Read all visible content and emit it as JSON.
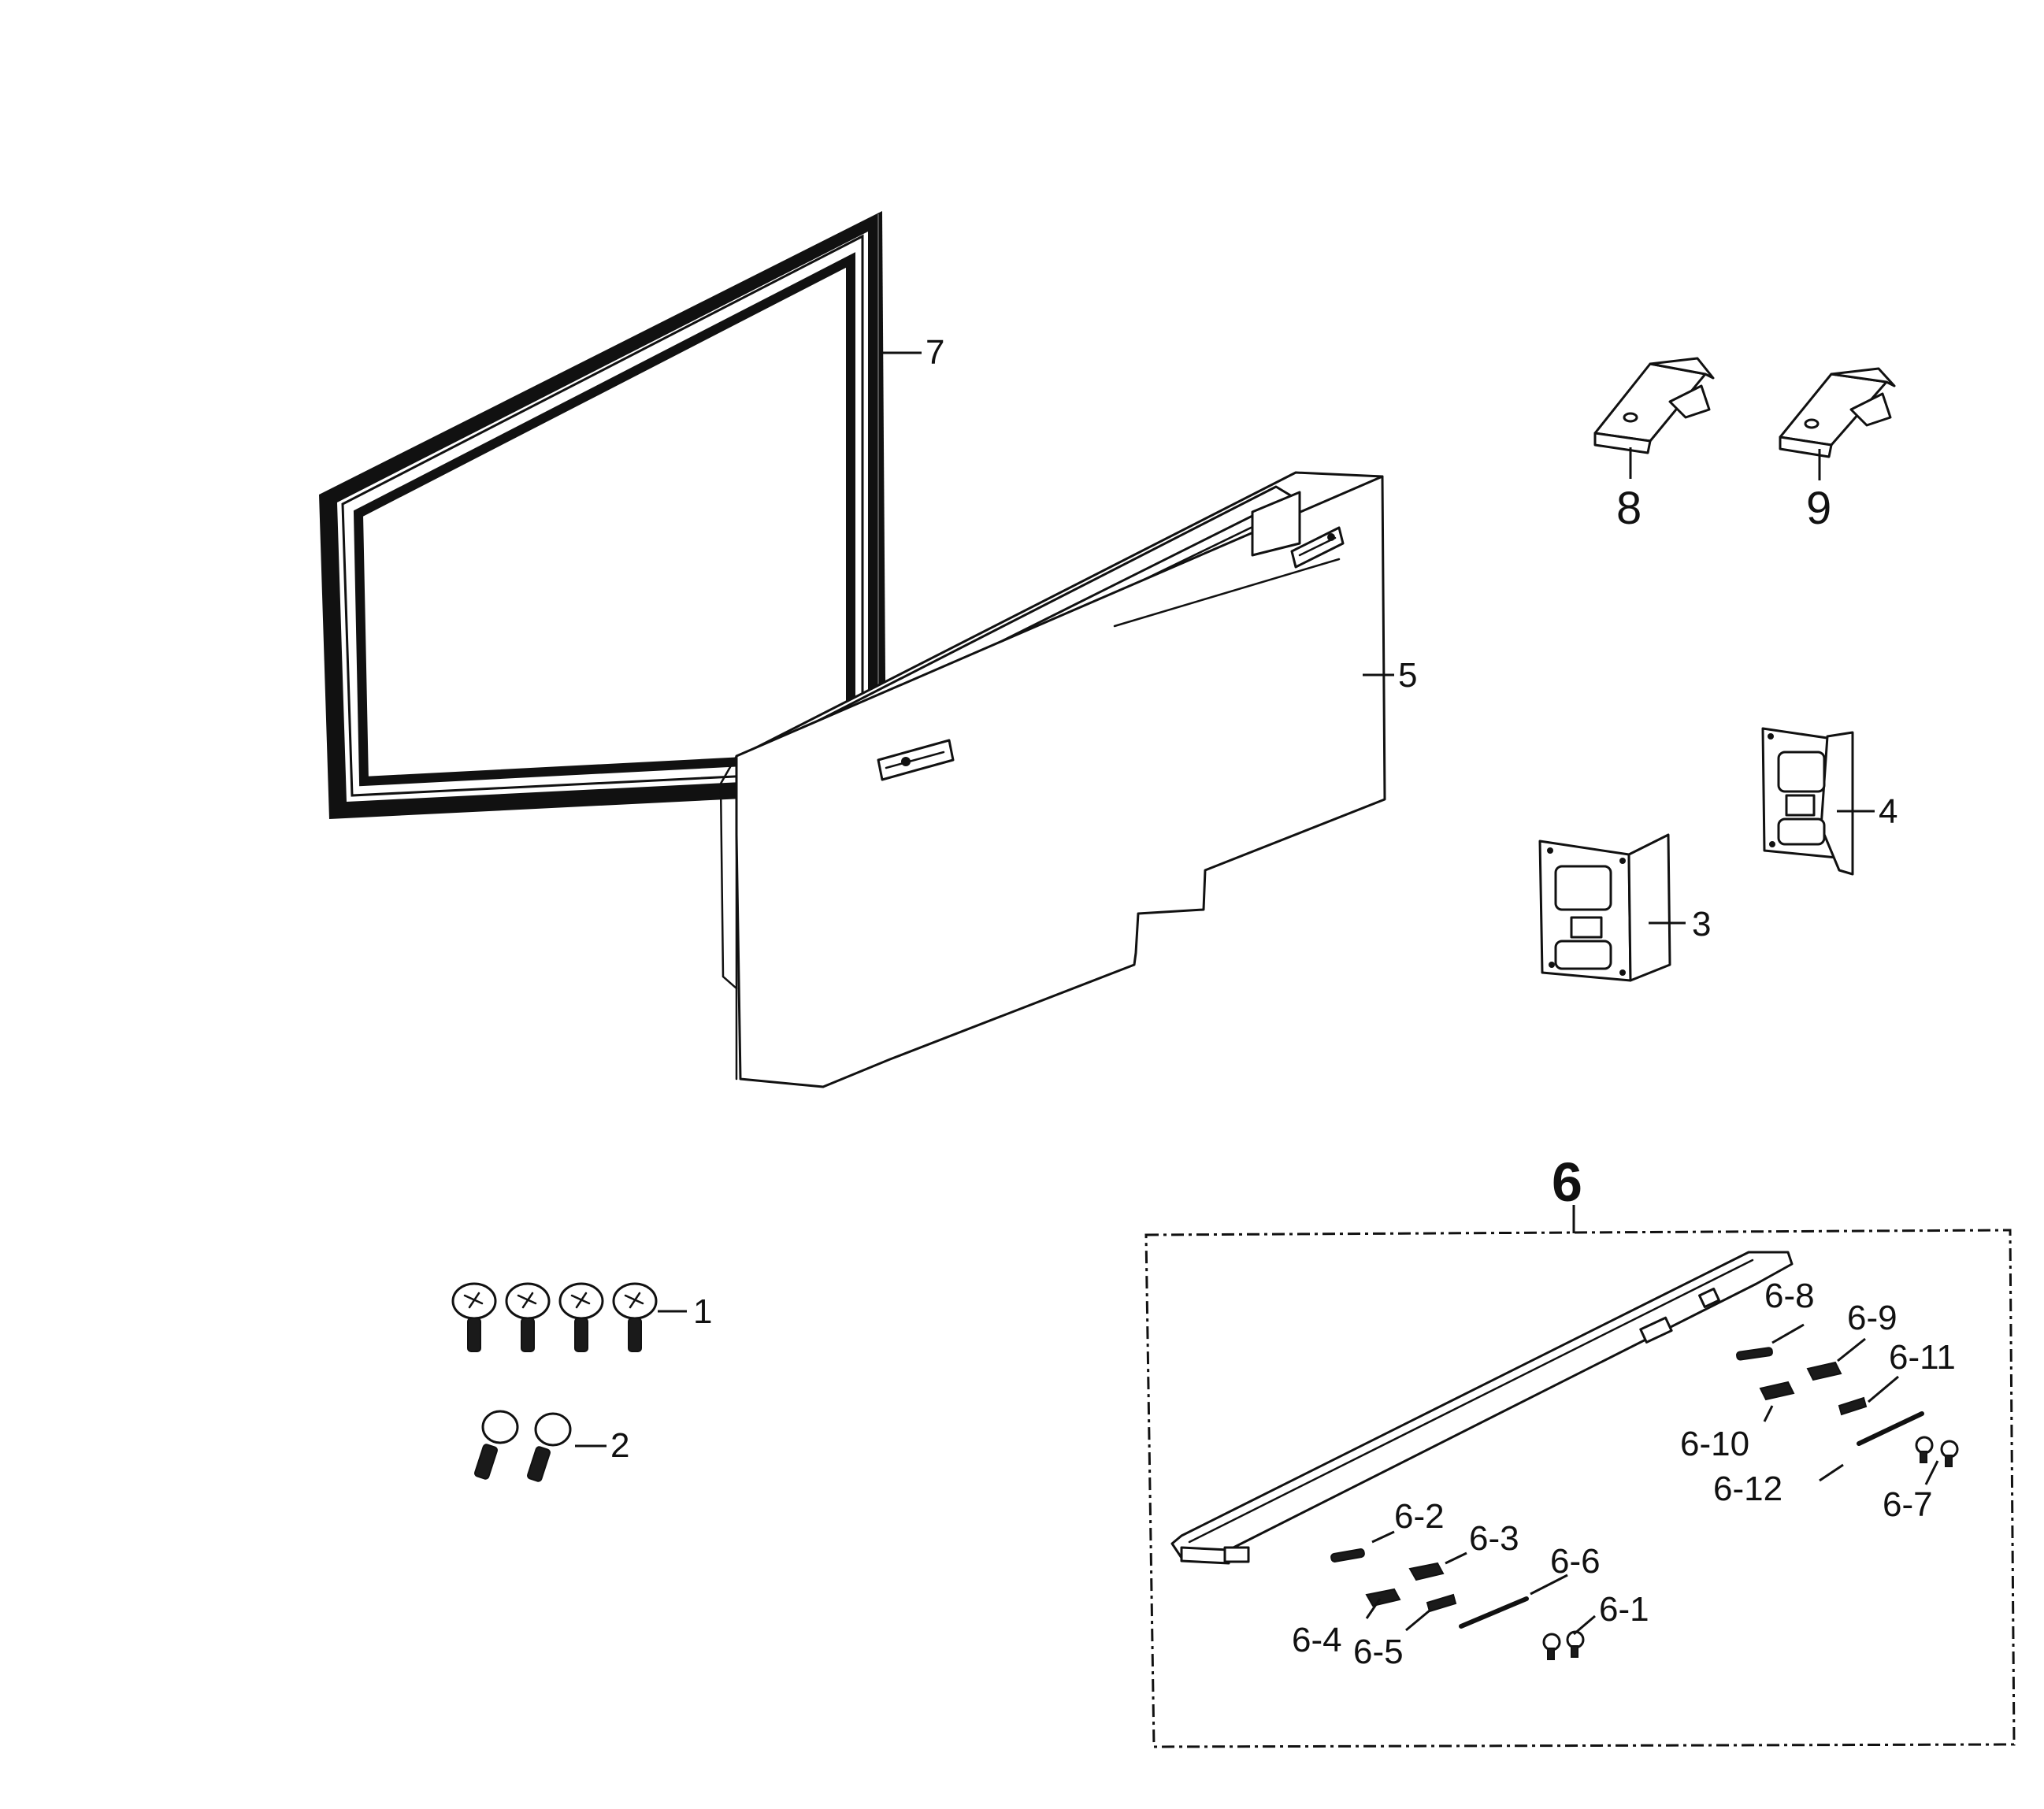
{
  "parts": {
    "gasket": "7",
    "door_panel": "5",
    "hinge_upper_left": "8",
    "hinge_upper_right": "9",
    "hinge_lower_left": "3",
    "hinge_lower_right": "4",
    "screws_four": "1",
    "screws_two": "2",
    "handle_assembly": "6"
  },
  "handle_subparts": {
    "p6_1": "6-1",
    "p6_2": "6-2",
    "p6_3": "6-3",
    "p6_4": "6-4",
    "p6_5": "6-5",
    "p6_6": "6-6",
    "p6_7": "6-7",
    "p6_8": "6-8",
    "p6_9": "6-9",
    "p6_10": "6-10",
    "p6_11": "6-11",
    "p6_12": "6-12"
  }
}
